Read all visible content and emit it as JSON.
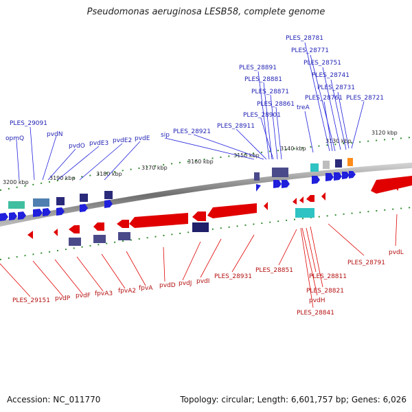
{
  "title": "Pseudomonas aeruginosa LESB58, complete genome",
  "accession": "Accession: NC_011770",
  "topology": "Topology: circular; Length: 6,601,757 bp; Genes: 6,026",
  "ticks": [
    "3200 kbp",
    "3190 kbp",
    "3180 kbp",
    "3170 kbp",
    "3160 kbp",
    "3150 kbp",
    "3140 kbp",
    "3130 kbp",
    "3120 kbp"
  ],
  "forward_labels": [
    "opmQ",
    "PLES_29091",
    "pvdN",
    "pvdO",
    "pvdE3",
    "pvdE2",
    "pvdE",
    "sip",
    "PLES_28921",
    "PLES_28911",
    "PLES_28901",
    "PLES_28891",
    "PLES_28881",
    "PLES_28871",
    "PLES_28861",
    "PLES_28781",
    "PLES_28771",
    "PLES_28751",
    "PLES_28741",
    "PLES_28731",
    "PLES_28761",
    "PLES_28721",
    "treA"
  ],
  "reverse_labels": [
    "PLES_29151",
    "pvdP",
    "pvdF",
    "fpvA3",
    "fpvA2",
    "fpvA",
    "pvdD",
    "pvdJ",
    "pvdI",
    "PLES_28931",
    "PLES_28851",
    "PLES_28811",
    "PLES_28821",
    "pvdH",
    "PLES_28841",
    "PLES_28791",
    "pvdL"
  ],
  "colors": {
    "forward": "#1f1fdc",
    "reverse": "#e00000",
    "backbone": "#7f7f7f",
    "tick": "#2e8b2e"
  }
}
